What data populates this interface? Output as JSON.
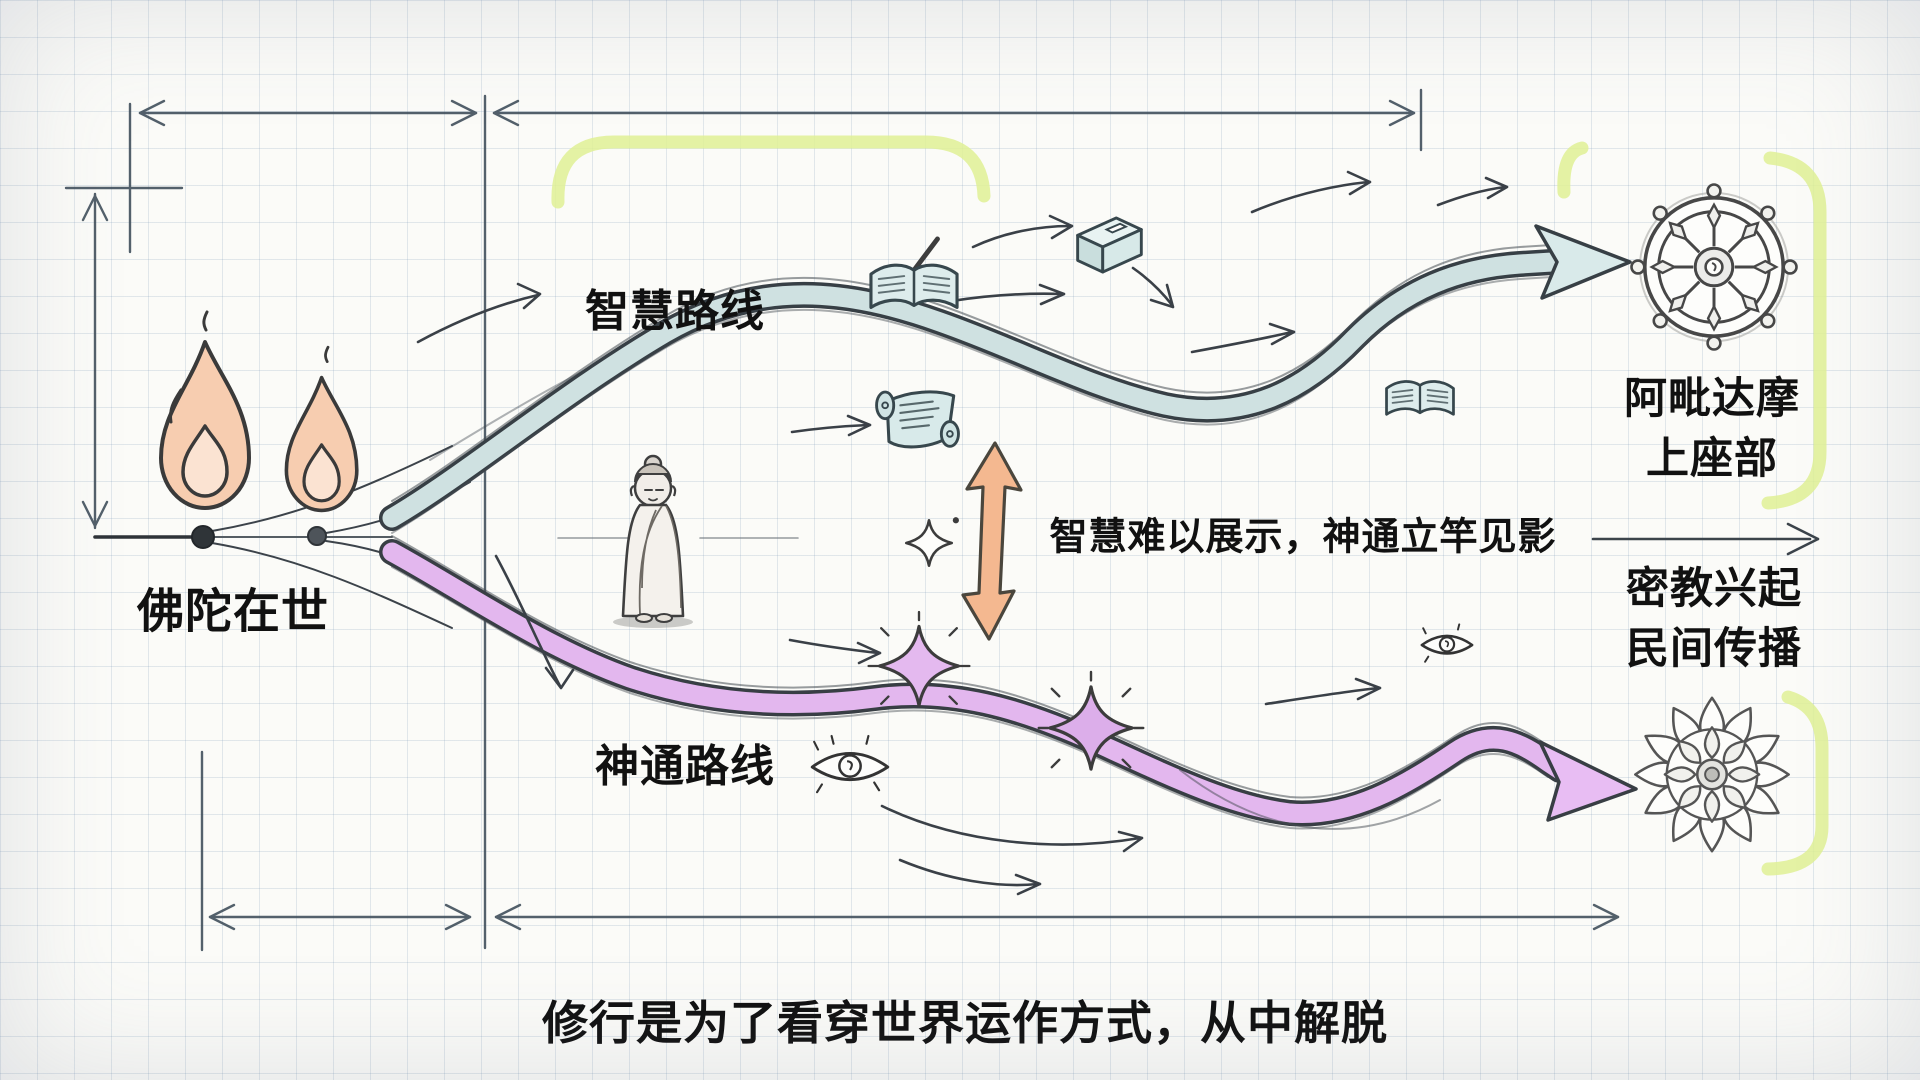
{
  "origin": {
    "label": "佛陀在世"
  },
  "routes": {
    "wisdom": {
      "label": "智慧路线",
      "outcome_line1": "阿毗达摩",
      "outcome_line2": "上座部"
    },
    "power": {
      "label": "神通路线",
      "outcome_line1": "密教兴起",
      "outcome_line2": "民间传播"
    }
  },
  "annotation": {
    "text": "智慧难以展示，神通立竿见影"
  },
  "caption": {
    "text": "修行是为了看穿世界运作方式，从中解脱"
  },
  "icons": {
    "flame": "flame-icon",
    "buddha": "buddha-icon",
    "open_book_pen": "open-book-pen-icon",
    "closed_book": "closed-book-icon",
    "scroll": "scroll-icon",
    "open_book": "open-book-icon",
    "dharma_wheel": "dharma-wheel-icon",
    "mandala": "mandala-icon",
    "sparkle": "sparkle-icon",
    "eye": "eye-icon",
    "up_down_arrow": "orange-double-arrow-icon"
  },
  "colors": {
    "paper": "#fbfbf8",
    "grid": "#c7d3e2",
    "ink": "#343a40",
    "dimension_line": "#41505c",
    "wisdom_band": "#cfe1e1",
    "power_band": "#e3b7ee",
    "flame_fill": "#f7cdb0",
    "accent_arrow": "#f4b890",
    "bracket_green": "#dff095"
  }
}
